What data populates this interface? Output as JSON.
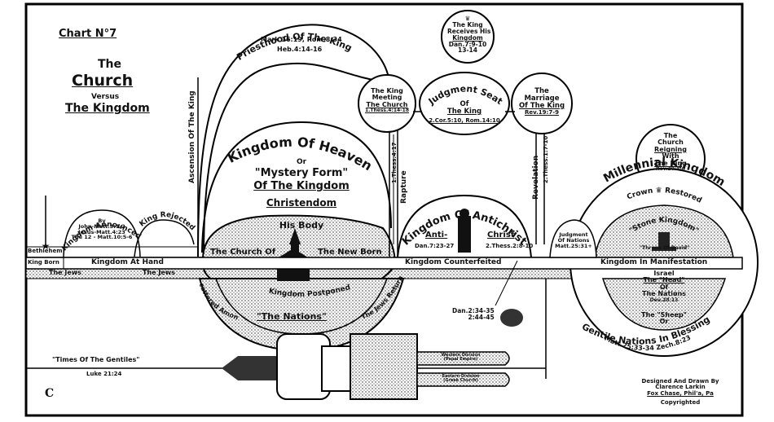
{
  "header": {
    "chart_no": "Chart N°7",
    "title_the": "The",
    "title_church": "Church",
    "title_versus": "Versus",
    "title_kingdom": "The Kingdom"
  },
  "priesthood": {
    "title": "Priesthood Of The King",
    "refs1": "Mark 16:19, Rom.8:34",
    "refs2": "Heb.4:14-16"
  },
  "king_receives": {
    "line1": "The King",
    "line2": "Receives His",
    "line3": "Kingdom",
    "refs1": "Dan.7:9-10",
    "refs2": "13-14"
  },
  "king_meeting": {
    "line1": "The King",
    "line2": "Meeting",
    "line3": "The Church",
    "refs": "1.Thess.4:14-18"
  },
  "judgment_seat": {
    "line1": "Judgment Seat",
    "line2": "Of",
    "line3": "The King",
    "refs": "2.Cor.5:10, Rom.14:10"
  },
  "marriage": {
    "line1": "The",
    "line2": "Marriage",
    "line3": "Of The King",
    "refs": "Rev.19:7-9"
  },
  "church_reigning": {
    "line1": "The",
    "line2": "Church",
    "line3": "Reigning",
    "line4": "With",
    "line5": "The King",
    "refs": "Rev.20:4-6"
  },
  "vertical_labels": {
    "ascension": "Ascension Of The King",
    "rapture": "Rapture",
    "rapture_ref": "1.Thess.4:17",
    "revelation": "Revelation",
    "revelation_ref": "2.Thess.1:7-10"
  },
  "kingdom_of_heaven": {
    "line1": "Kingdom Of Heaven",
    "line2": "Or",
    "line3": "\"Mystery Form\"",
    "line4": "Of The Kingdom",
    "line5": "Christendom",
    "body": "His Body",
    "church": "The Church Of",
    "new_born": "The New Born"
  },
  "kingdom_announced": {
    "title": "Kingdom Announced",
    "by": "By",
    "l1": "John-Matt.3:1-2",
    "l2": "Jesus-Matt.4:23",
    "l3": "The 12 - Matt.10:5-6"
  },
  "king_rejected": {
    "title": "King Rejected"
  },
  "bethlehem": {
    "place": "Bethlehem",
    "born": "King Born"
  },
  "band": {
    "at_hand": "Kingdom At Hand",
    "counterfeited": "Kingdom Counterfeited",
    "manifestation": "Kingdom In Manifestation",
    "jews1": "The Jews",
    "jews2": "The Jews",
    "postponed": "Kingdom Postponed",
    "scattered": "Scattered Among",
    "nations": "\"The Nations\"",
    "jews_return": "The Jews Return"
  },
  "antichrist": {
    "title": "Kingdom Of Antichrist",
    "anti": "Anti-",
    "christ": "Christ",
    "ref1": "Dan.7:23-27",
    "ref2": "2.Thess.2:8-10"
  },
  "judgment_nations": {
    "line1": "Judgment",
    "line2": "Of Nations",
    "refs": "Matt.25:31+"
  },
  "millennial": {
    "title": "Millennial Kingdom",
    "crown": "Crown",
    "restored": "Restored",
    "stone": "\"Stone Kingdom\"",
    "throne": "\"Throne Of David\"",
    "israel": "Israel",
    "head": "The \"Head\"",
    "of": "Of",
    "nations": "The Nations",
    "deu": "Deu.28:13",
    "sheep": "The \"Sheep\"",
    "or": "Or",
    "gentile": "Gentile Nations In Blessing",
    "refs": "Matt.25:33-34  Zech.8:23"
  },
  "stone": {
    "ref1": "Dan.2:34-35",
    "ref2": "2:44-45"
  },
  "image_legs": {
    "west": "Western Division",
    "west_sub": "(Papal Empire)",
    "east": "Eastern Division",
    "east_sub": "(Greek Church)"
  },
  "times_gentiles": {
    "title": "\"Times Of The Gentiles\"",
    "ref": "Luke 21:24"
  },
  "credits": {
    "l1": "Designed And Drawn By",
    "l2": "Clarence Larkin",
    "l3": "Fox Chase, Phil'a, Pa",
    "l4": "Copyrighted",
    "monogram": "C"
  }
}
